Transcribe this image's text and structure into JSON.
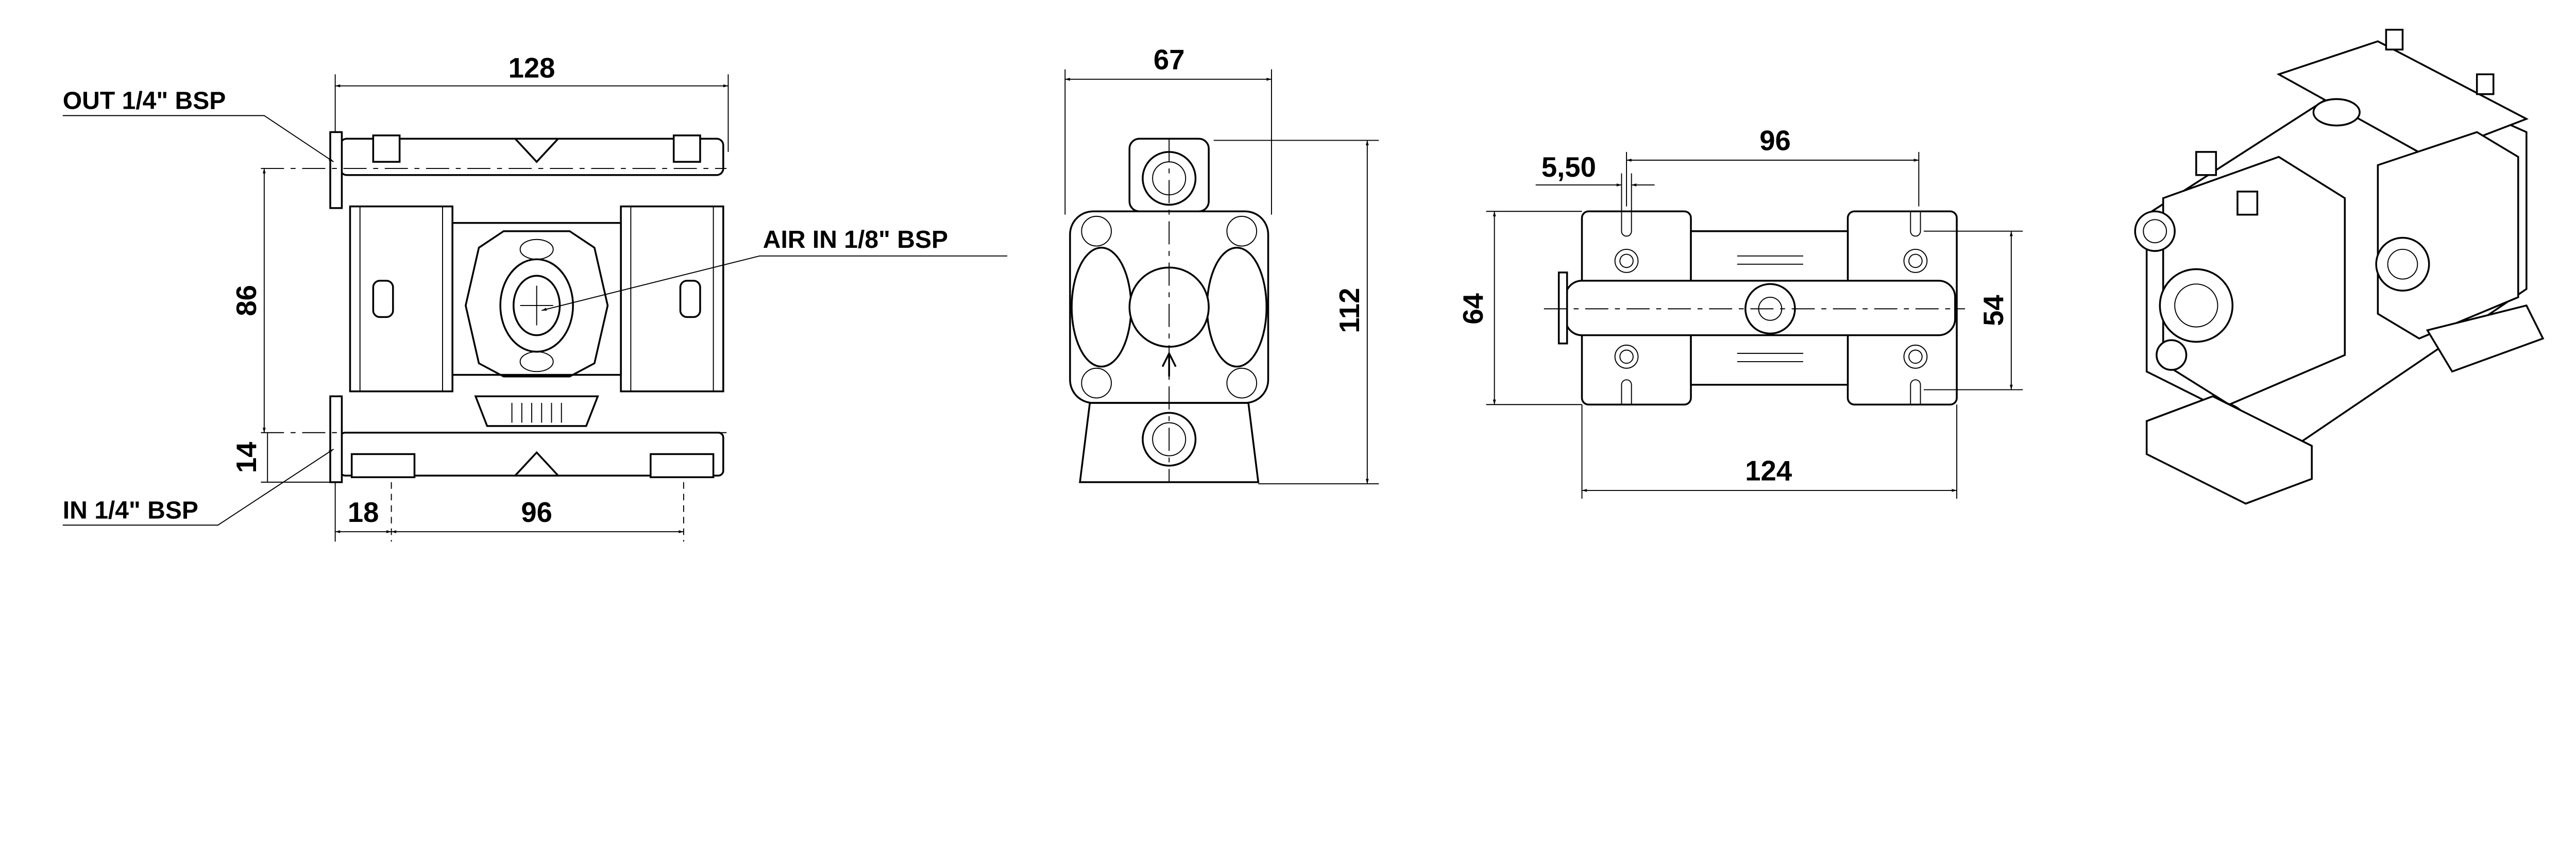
{
  "colors": {
    "line": "#000000",
    "background": "#ffffff"
  },
  "front_view": {
    "labels": {
      "outlet": "OUT 1/4\" BSP",
      "inlet": "IN 1/4\" BSP",
      "air_inlet": "AIR IN 1/8\" BSP"
    },
    "dimensions": {
      "overall_width": "128",
      "port_centers_height": "86",
      "inlet_height": "14",
      "inlet_offset": "18",
      "foot_spacing": "96"
    }
  },
  "side_view": {
    "dimensions": {
      "width": "67",
      "height": "112"
    }
  },
  "top_view": {
    "dimensions": {
      "slot_width": "5,50",
      "slot_spacing": "96",
      "overall_depth": "64",
      "slot_depth_spacing": "54",
      "overall_length": "124"
    }
  }
}
